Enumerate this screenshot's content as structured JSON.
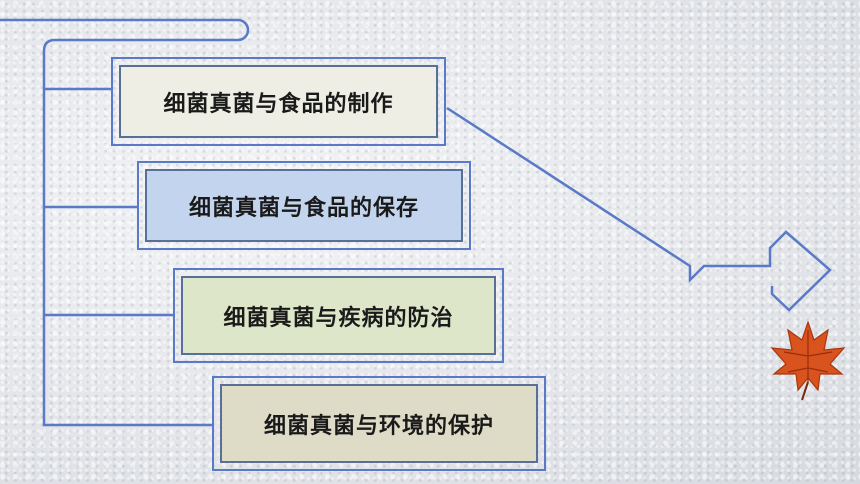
{
  "topics": [
    {
      "label": "细菌真菌与食品的制作"
    },
    {
      "label": "细菌真菌与食品的保存"
    },
    {
      "label": "细菌真菌与疾病的防治"
    },
    {
      "label": "细菌真菌与环境的保护"
    }
  ],
  "colors": {
    "line": "#5a79c8",
    "card_1": "#eeeee4",
    "card_2": "#c3d5ee",
    "card_3": "#dde6c8",
    "card_4": "#dedbc6"
  }
}
